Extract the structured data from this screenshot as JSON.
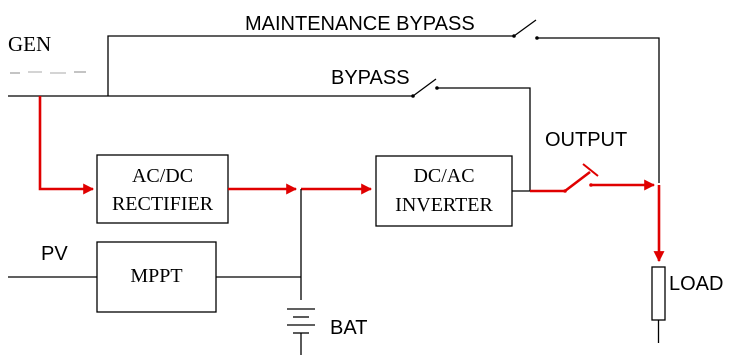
{
  "labels": {
    "gen": "GEN",
    "maintenance_bypass": "MAINTENANCE BYPASS",
    "bypass": "BYPASS",
    "output": "OUTPUT",
    "pv": "PV",
    "bat": "BAT",
    "load": "LOAD"
  },
  "blocks": {
    "rectifier": {
      "line1": "AC/DC",
      "line2": "RECTIFIER"
    },
    "inverter": {
      "line1": "DC/AC",
      "line2": "INVERTER"
    },
    "mppt": {
      "line1": "MPPT"
    }
  },
  "colors": {
    "wire": "#000000",
    "power_path": "#e00000"
  }
}
